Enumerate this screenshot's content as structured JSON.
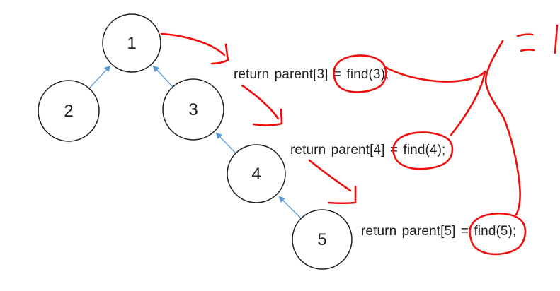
{
  "diagram": {
    "description_colors": {
      "node_stroke": "#1f1f1f",
      "edge_blue": "#5b9bd5",
      "annotation_red": "#f20d0d",
      "text": "#1f1f1f",
      "background": "#ffffff"
    },
    "nodes": [
      {
        "label": "1"
      },
      {
        "label": "2"
      },
      {
        "label": "3"
      },
      {
        "label": "4"
      },
      {
        "label": "5"
      }
    ],
    "edges": [
      {
        "from": "2",
        "to": "1"
      },
      {
        "from": "3",
        "to": "1"
      },
      {
        "from": "4",
        "to": "3"
      },
      {
        "from": "5",
        "to": "4"
      }
    ],
    "code_lines": [
      {
        "text": "return parent[3] = find(3);",
        "circled_part": "find(3);"
      },
      {
        "text": "return parent[4] = find(4);",
        "circled_part": "find(4);"
      },
      {
        "text": "return parent[5] = find(5);",
        "circled_part": "find(5);"
      }
    ],
    "handwriting": {
      "result_text": "= 1",
      "note": "red pen: arrows from node 1 and between code lines, circles around find() calls, lines joining circled calls to the handwritten result"
    }
  }
}
